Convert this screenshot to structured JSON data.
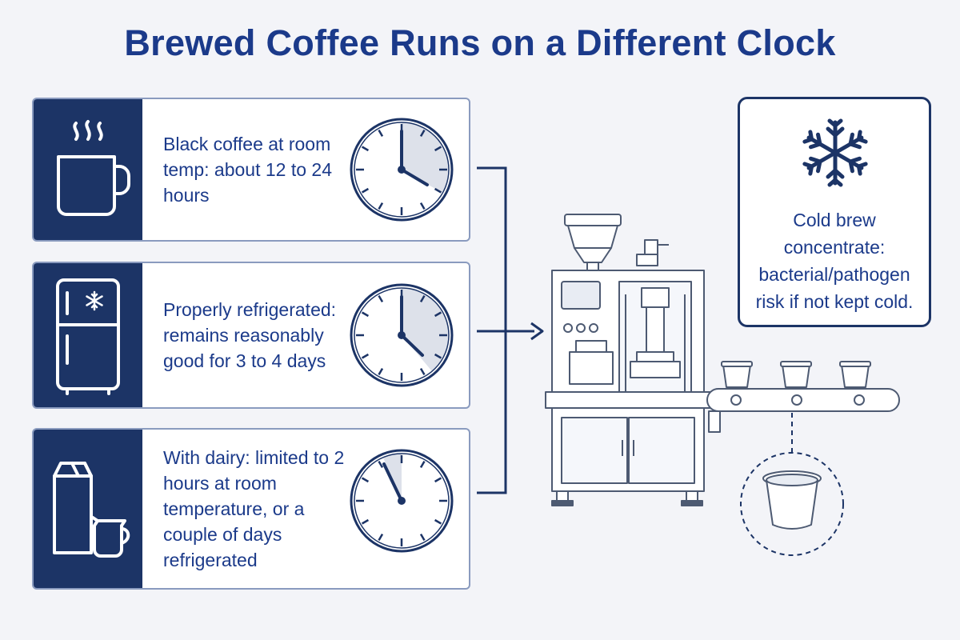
{
  "title": "Brewed Coffee Runs on a Different Clock",
  "cards": [
    {
      "icon": "coffee-mug-icon",
      "text": "Black coffee at room temp: about 12 to 24 hours"
    },
    {
      "icon": "refrigerator-icon",
      "text": "Properly refrigerated: remains reasonably good for 3 to 4 days"
    },
    {
      "icon": "milk-carton-and-pitcher-icon",
      "text": "With dairy: limited to 2 hours at room temperature, or a couple of days refrigerated"
    }
  ],
  "cold_brew": {
    "icon": "snowflake-icon",
    "text": "Cold brew concentrate: bacterial/pathogen risk if not kept cold."
  },
  "illustration": "capsule-filling-machine-with-conveyor",
  "colors": {
    "navy": "#1c3466",
    "text": "#1b3a8a",
    "border": "#8a9bbf",
    "background": "#f3f4f8"
  }
}
